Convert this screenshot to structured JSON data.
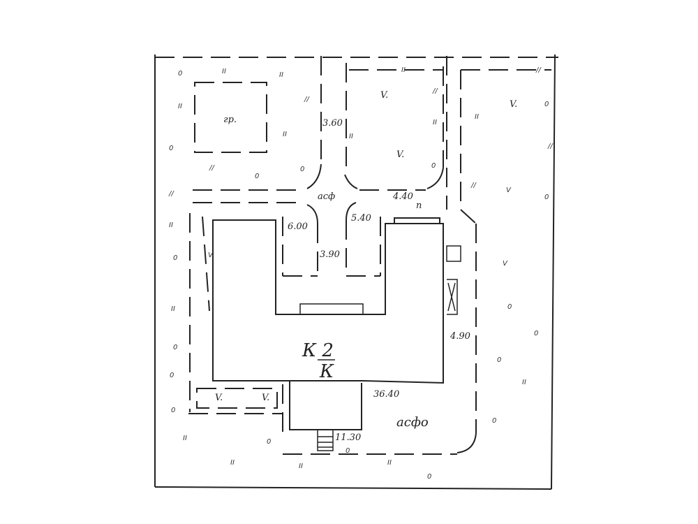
{
  "plan": {
    "labels": {
      "square": "гр.",
      "dim_top_road": "3.60",
      "asphalt_center": "асф",
      "dim_left_court": "6.00",
      "dim_right_court": "5.40",
      "dim_court_gap": "3.90",
      "dim_small_top": "4.40",
      "dim_right_side": "4.90",
      "building_code_top": "К 2",
      "building_code_bottom": "К",
      "dim_bottom": "36.40",
      "asphalt_bottom": "асфо",
      "dim_entrance": "11.30",
      "court_mark": "п",
      "tree": "V."
    },
    "marks": [
      "0",
      "II",
      "//",
      "V"
    ]
  }
}
